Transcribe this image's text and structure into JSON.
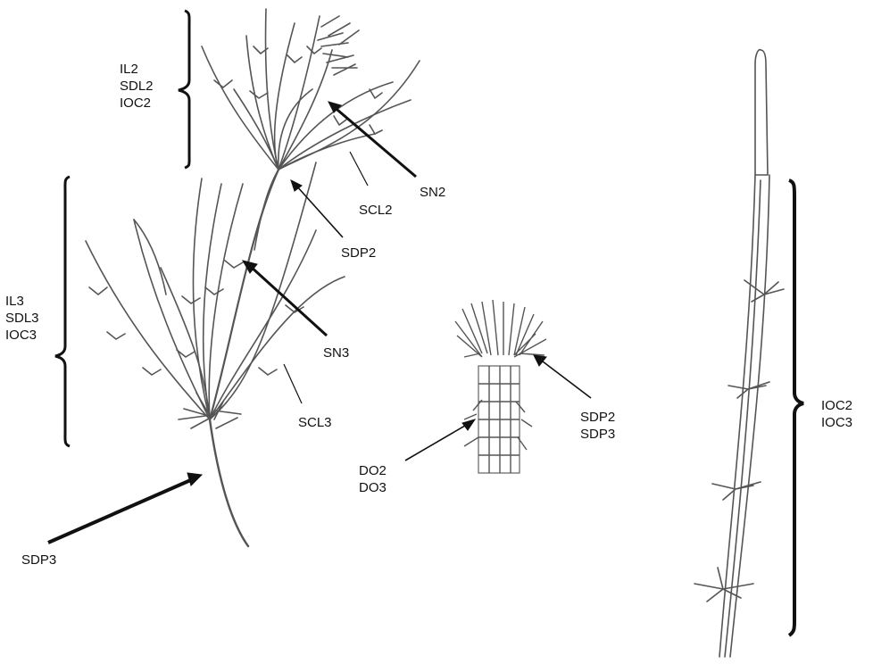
{
  "labels": {
    "top_group": [
      "IL2",
      "SDL2",
      "IOC2"
    ],
    "left_group": [
      "IL3",
      "SDL3",
      "IOC3"
    ],
    "right_group": [
      "IOC2",
      "IOC3"
    ],
    "sn2": "SN2",
    "scl2": "SCL2",
    "sdp2": "SDP2",
    "sn3": "SN3",
    "scl3": "SCL3",
    "sdp3": "SDP3",
    "detail_sdp": [
      "SDP2",
      "SDP3"
    ],
    "detail_do": [
      "DO2",
      "DO3"
    ]
  },
  "colors": {
    "ink": "#111111",
    "stem": "#555555"
  }
}
